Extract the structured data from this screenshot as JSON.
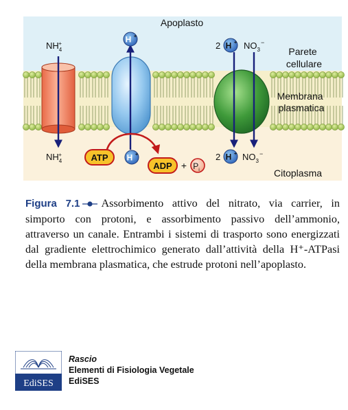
{
  "diagram": {
    "apoplast_label": "Apoplasto",
    "cytoplasm_label": "Citoplasma",
    "cell_wall_label": [
      "Parete",
      "cellulare"
    ],
    "membrane_label": [
      "Membrana",
      "plasmatica"
    ],
    "ammonium_top": {
      "base": "NH",
      "sub": "4",
      "sup": "+"
    },
    "ammonium_bottom": {
      "base": "NH",
      "sub": "4",
      "sup": "+"
    },
    "proton_top": {
      "base": "H",
      "sup": "+"
    },
    "proton_bottom": {
      "base": "H",
      "sup": "+"
    },
    "symport_top": {
      "coef": "2",
      "base": "H",
      "sup": "+"
    },
    "symport_bottom": {
      "coef": "2",
      "base": "H",
      "sup": "+"
    },
    "nitrate_top": {
      "base": "NO",
      "sub": "3",
      "sup": "−"
    },
    "nitrate_bottom": {
      "base": "NO",
      "sub": "3",
      "sup": "−"
    },
    "atp_label": "ATP",
    "adp_label": "ADP",
    "plus_sign": "+",
    "pi_label": {
      "base": "P",
      "sub": "i"
    },
    "colors": {
      "apoplast_bg": "#dff0f7",
      "cytoplasm_bg": "#fbf1dc",
      "lipid_head": "#a7c855",
      "ammonium_channel": "#f08a6a",
      "atpase": "#8fc3ea",
      "nitrate_carrier": "#3f9a3a",
      "arrow_blue": "#18207a",
      "reaction_arrow": "#c21a1a",
      "atp_badge": "#f7c22a"
    }
  },
  "caption": {
    "figure_label": "Figura 7.1",
    "text": "Assorbimento attivo del nitrato, via carrier, in simporto con protoni, e assorbimento passivo dell’ammonio, attraverso un canale. Entrambi i sistemi di trasporto sono energizzati dal gradiente elettrochimico generato dall’attività della H⁺-ATPasi della membrana plasmatica, che estrude protoni nell’apoplasto."
  },
  "footer": {
    "logo_text": "EdiSES",
    "author": "Rascio",
    "book_title": "Elementi di Fisiologia Vegetale",
    "publisher": "EdiSES"
  }
}
